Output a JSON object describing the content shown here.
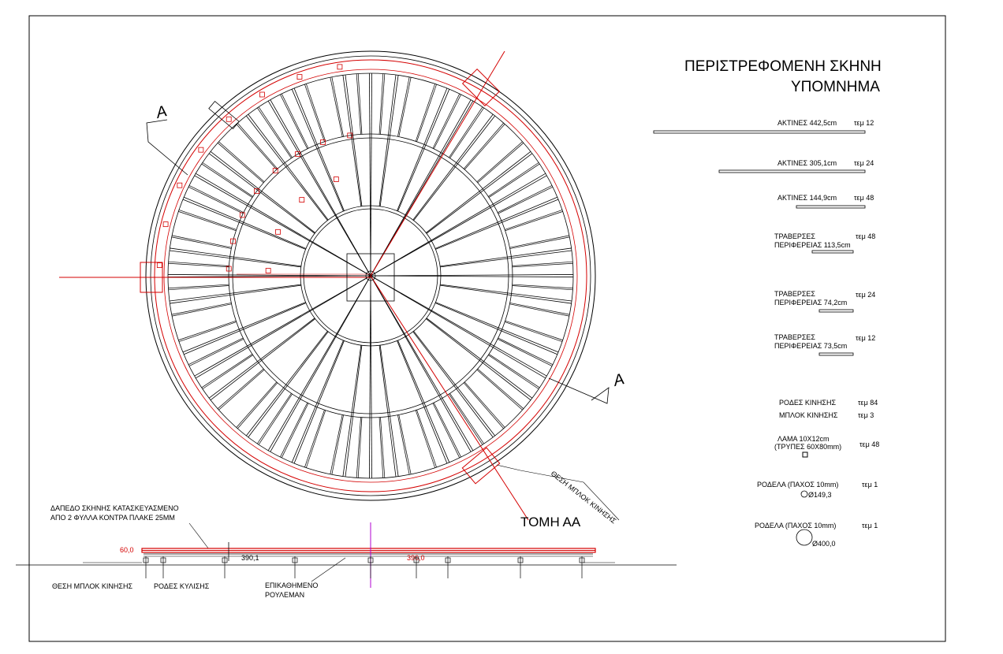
{
  "title": "ΠΕΡΙΣΤΡΕΦΟΜΕΝΗ ΣΚΗΝΗ",
  "legend_title": "ΥΠΟΜΝΗΜΑ",
  "section_mark": "A",
  "legend": [
    {
      "label": "ΑΚΤΙΝΕΣ 442,5cm",
      "qty": "τεμ 12"
    },
    {
      "label": "ΑΚΤΙΝΕΣ 305,1cm",
      "qty": "τεμ 24"
    },
    {
      "label": "ΑΚΤΙΝΕΣ 144,9cm",
      "qty": "τεμ 48"
    },
    {
      "label_line1": "ΤΡΑΒΕΡΣΕΣ",
      "label_line2": "ΠΕΡΙΦΕΡΕΙΑΣ 113,5cm",
      "qty": "τεμ 48"
    },
    {
      "label_line1": "ΤΡΑΒΕΡΣΕΣ",
      "label_line2": "ΠΕΡΙΦΕΡΕΙΑΣ 74,2cm",
      "qty": "τεμ 24"
    },
    {
      "label_line1": "ΤΡΑΒΕΡΣΕΣ",
      "label_line2": "ΠΕΡΙΦΕΡΕΙΑΣ 73,5cm",
      "qty": "τεμ 12"
    },
    {
      "label": "ΡΟΔΕΣ ΚΙΝΗΣΗΣ",
      "qty": "τεμ 84"
    },
    {
      "label": "ΜΠΛΟΚ ΚΙΝΗΣΗΣ",
      "qty": "τεμ 3"
    },
    {
      "label_line1": "ΛΑΜΑ 10Χ12cm",
      "label_line2": "(ΤΡΥΠΕΣ 60Χ80mm)",
      "qty": "τεμ 48"
    },
    {
      "label": "ΡΟΔΕΛΑ (ΠΑΧΟΣ 10mm)",
      "dim": "Ø149,3",
      "qty": "τεμ 1"
    },
    {
      "label": "ΡΟΔΕΛΑ (ΠΑΧΟΣ 10mm)",
      "dim": "Ø400,0",
      "qty": "τεμ 1"
    }
  ],
  "annotations": {
    "block_position": "ΘΕΣΗ ΜΠΛΟΚ ΚΙΝΗΣΗΣ",
    "section_title": "ΤΟΜΗ ΑΑ",
    "floor_note_line1": "ΔΑΠΕΔΟ ΣΚΗΝΗΣ ΚΑΤΑΣΚΕΥΑΣΜΕΝΟ",
    "floor_note_line2": "ΑΠΟ 2 ΦΥΛΛΑ ΚΟΝΤΡΑ ΠΛΑΚΕ 25ΜΜ",
    "height_dim": "60,0",
    "dim_left": "390,1",
    "dim_right": "390,0",
    "block_label": "ΘΕΣΗ ΜΠΛΟΚ ΚΙΝΗΣΗΣ",
    "wheels_label": "ΡΟΔΕΣ ΚΥΛΙΣΗΣ",
    "bearing_line1": "ΕΠΙΚΑΘΗΜΕΝΟ",
    "bearing_line2": "ΡΟΥΛΕΜΑΝ"
  },
  "colors": {
    "red": "#d40000",
    "line": "#000000",
    "magenta": "#b000d0"
  },
  "geometry": {
    "spokes_long": 12,
    "spokes_mid": 24,
    "spokes_short": 48
  }
}
